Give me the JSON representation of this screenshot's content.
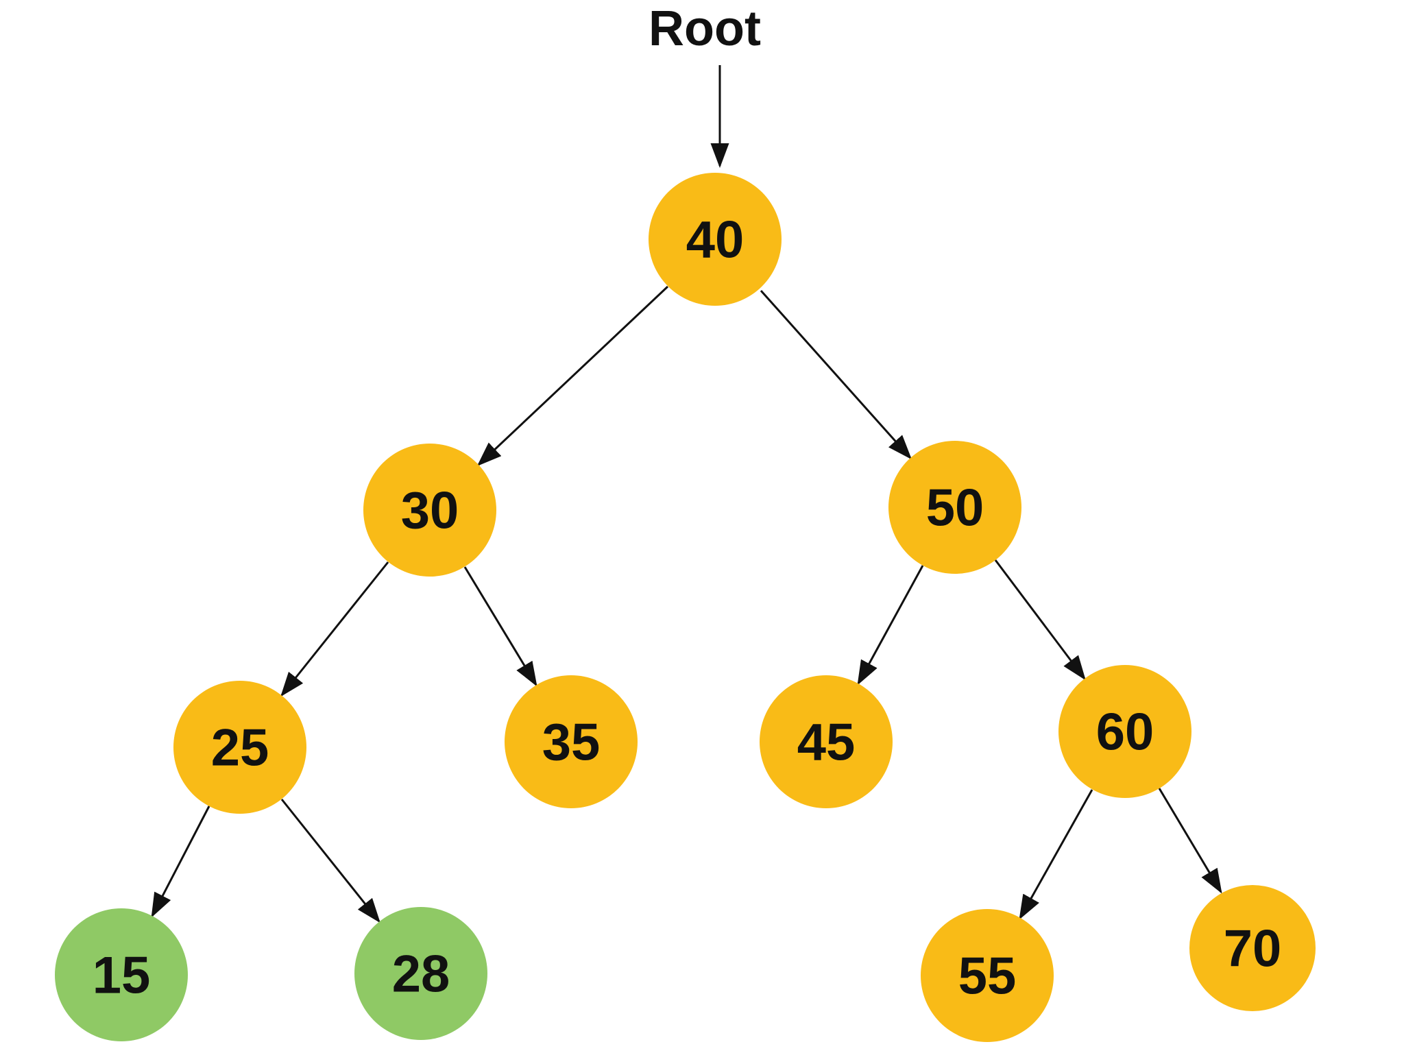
{
  "diagram": {
    "kind": "binary-search-tree"
  },
  "colors": {
    "orange": "#F9BB17",
    "green": "#8FC965",
    "arrow": "#111111",
    "node_text": "#111111",
    "background": "#FFFFFF"
  },
  "bst": {
    "root_pointer_label": "Root",
    "root": {
      "value": "40",
      "color": "orange",
      "left": {
        "value": "30",
        "color": "orange",
        "left": {
          "value": "25",
          "color": "orange",
          "left": {
            "value": "15",
            "color": "green"
          },
          "right": {
            "value": "28",
            "color": "green"
          }
        },
        "right": {
          "value": "35",
          "color": "orange"
        }
      },
      "right": {
        "value": "50",
        "color": "orange",
        "left": {
          "value": "45",
          "color": "orange"
        },
        "right": {
          "value": "60",
          "color": "orange",
          "left": {
            "value": "55",
            "color": "orange"
          },
          "right": {
            "value": "70",
            "color": "orange"
          }
        }
      }
    }
  }
}
